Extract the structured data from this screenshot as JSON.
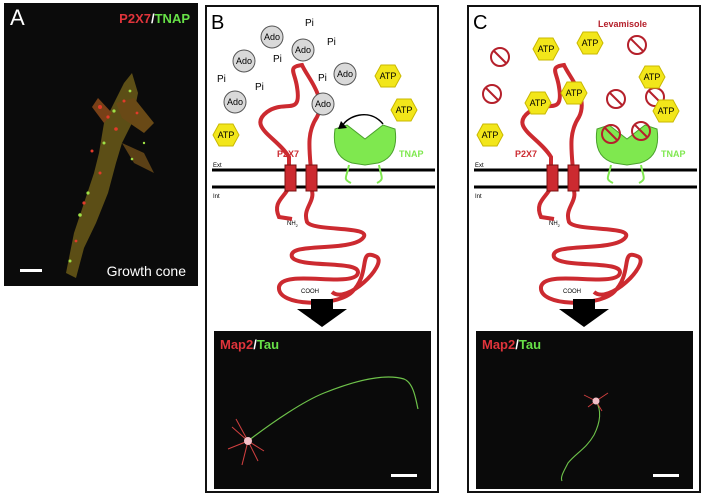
{
  "panel_a": {
    "letter": "A",
    "marker1": "P2X7",
    "separator": "/",
    "marker2": "TNAP",
    "caption": "Growth cone"
  },
  "panel_b": {
    "letter": "B",
    "ado_label": "Ado",
    "pi_label": "Pi",
    "atp_label": "ATP",
    "p2x7_label": "P2X7",
    "tnap_label": "TNAP",
    "ext_label": "Ext",
    "int_label": "Int",
    "nh2_label": "NH",
    "nh2_sub": "2",
    "cooh_label": "COOH",
    "micro_marker1": "Map2",
    "micro_separator": "/",
    "micro_marker2": "Tau"
  },
  "panel_c": {
    "letter": "C",
    "inhibitor_label": "Levamisole",
    "atp_label": "ATP",
    "p2x7_label": "P2X7",
    "tnap_label": "TNAP",
    "ext_label": "Ext",
    "int_label": "Int",
    "nh2_label": "NH",
    "nh2_sub": "2",
    "cooh_label": "COOH",
    "micro_marker1": "Map2",
    "micro_separator": "/",
    "micro_marker2": "Tau"
  },
  "colors": {
    "receptor": "#cc2a30",
    "enzyme": "#7fe84f",
    "atp": "#f2e61a",
    "ado": "#d9d9d9",
    "inhibitor": "#b5202b"
  }
}
